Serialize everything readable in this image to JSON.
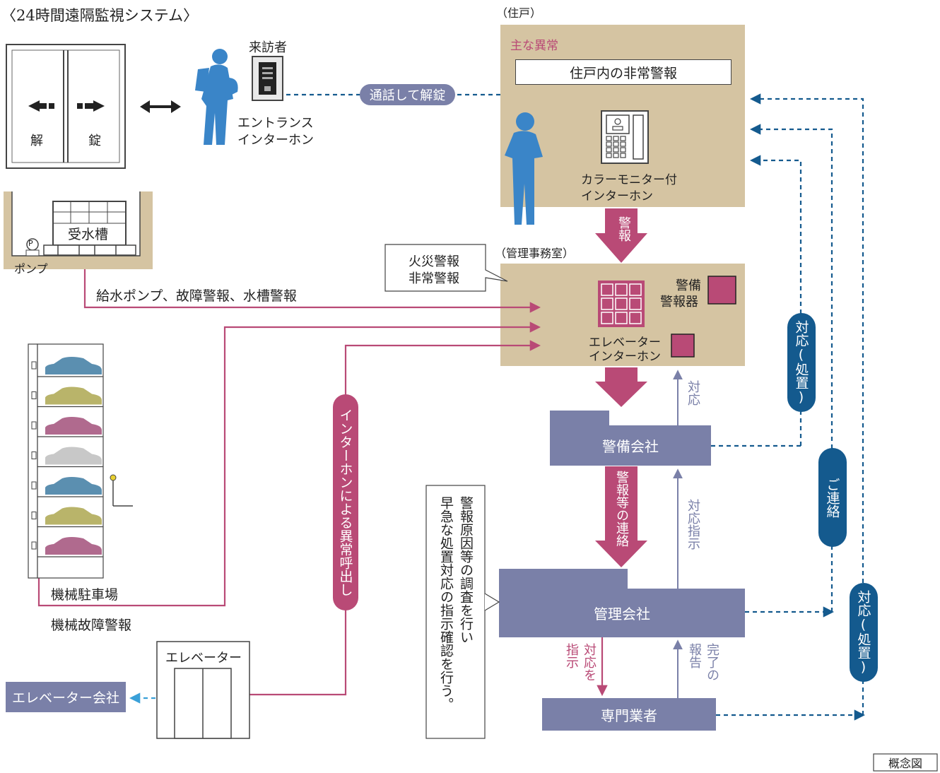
{
  "title": "〈24時間遠隔監視システム〉",
  "residence": {
    "section_label": "（住戸）",
    "anomaly_heading": "主な異常",
    "anomaly_item": "住戸内の非常警報",
    "intercom_label": [
      "カラーモニター付",
      "インターホン"
    ]
  },
  "entrance": {
    "door_left": "解",
    "door_right": "錠",
    "visitor": "来訪者",
    "intercom_label": [
      "エントランス",
      "インターホン"
    ],
    "unlock_pill": "通話して解錠"
  },
  "tank": {
    "label": "受水槽",
    "pump": "ポンプ",
    "pump_symbol": "P"
  },
  "signals": {
    "pump_alarm": "給水ポンプ、故障警報、水槽警報"
  },
  "callout_fire": [
    "火災警報",
    "非常警報"
  ],
  "office": {
    "section_label": "（管理事務室）",
    "security_alarm": [
      "警備",
      "警報器"
    ],
    "elevator_intercom": [
      "エレベーター",
      "インターホン"
    ]
  },
  "arrows": {
    "alarm": "警報",
    "respond": "対応",
    "alarm_contact": "警報等の連絡",
    "response_instruction": "対応指示",
    "instruct_response_a": "対応を",
    "instruct_response_b": "指示",
    "completion_a": "完了の",
    "completion_b": "報告"
  },
  "pills": {
    "response_1": "対応(処置)",
    "contact": "ご連絡",
    "response_2": "対応(処置)",
    "intercom_call": "インターホンによる異常呼出し"
  },
  "companies": {
    "security": "警備会社",
    "management": "管理会社",
    "specialist": "専門業者",
    "elevator_company": "エレベーター会社"
  },
  "parking": {
    "label": "機械駐車場",
    "alarm": "機械故障警報"
  },
  "elevator": {
    "label": "エレベーター"
  },
  "note": [
    "警報原因等の調査を行い",
    "早急な処置対応の指示確認を行う。"
  ],
  "concept": "概念図",
  "colors": {
    "tan": "#d5c4a2",
    "crimson": "#b94a76",
    "slate": "#7a80a8",
    "navy": "#145a8e",
    "person_blue": "#3a85c8",
    "car_colors": [
      "#5b8fb0",
      "#b9b46a",
      "#b06a8e",
      "#c8c8c8",
      "#5b8fb0",
      "#b9b46a",
      "#b06a8e"
    ]
  }
}
